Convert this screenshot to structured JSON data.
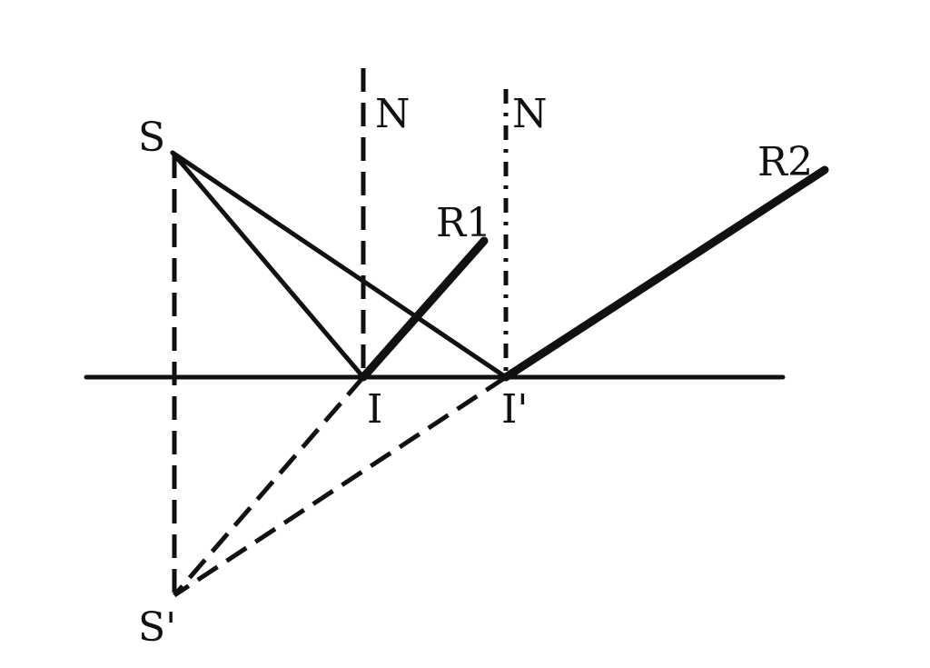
{
  "labels": {
    "source": "S",
    "image": "S'",
    "incidence_1": "I",
    "incidence_2": "I'",
    "normal_1": "N",
    "normal_2": "N",
    "reflected_1": "R1",
    "reflected_2": "R2"
  },
  "colors": {
    "stroke": "#111111",
    "background": "#ffffff"
  }
}
